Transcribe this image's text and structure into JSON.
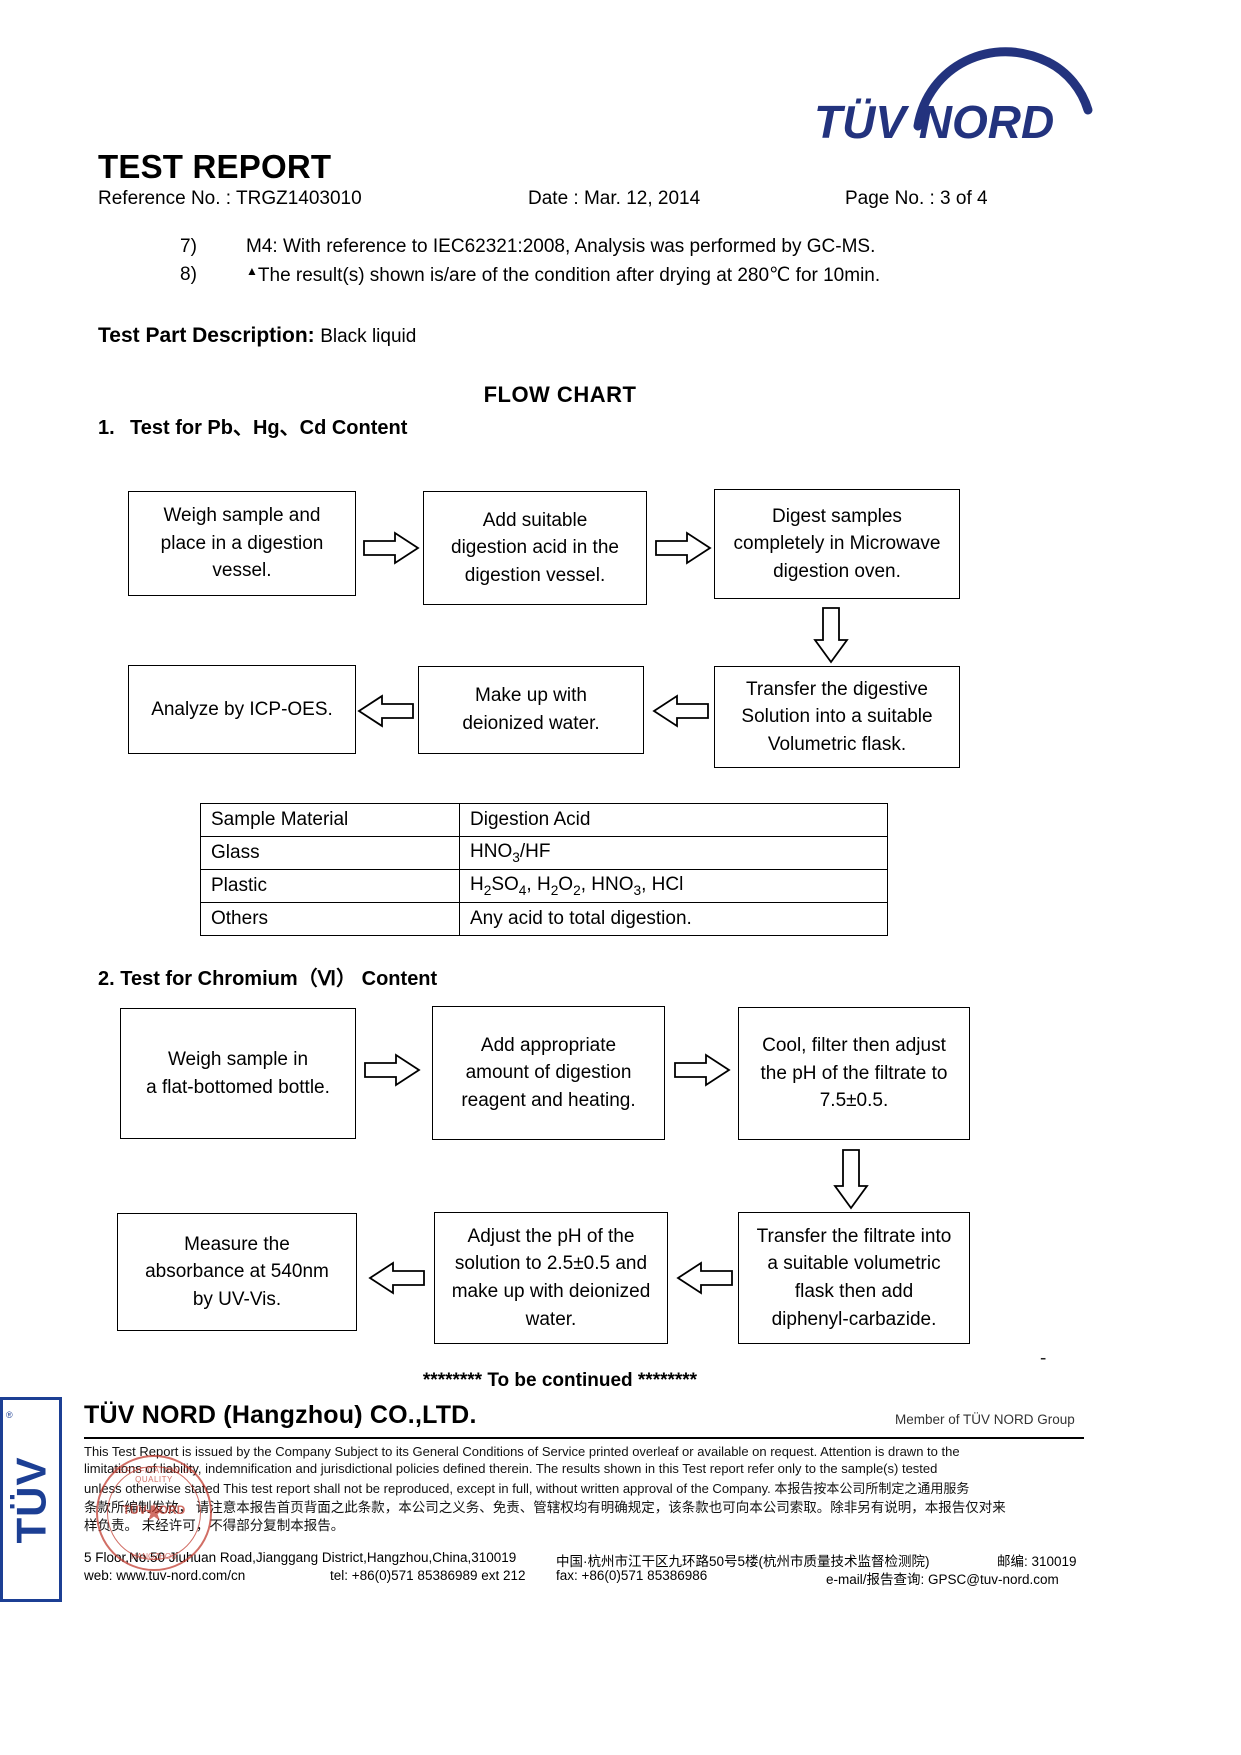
{
  "header": {
    "logo_text": "TÜV NORD",
    "logo_color": "#23337e",
    "report_title": "TEST REPORT",
    "reference_no": "Reference No. : TRGZ1403010",
    "date": "Date : Mar. 12, 2014",
    "page_no": "Page No. : 3 of 4"
  },
  "notes": [
    {
      "num": "7)",
      "text": "M4: With reference to IEC62321:2008, Analysis was performed by GC-MS."
    },
    {
      "num": "8)",
      "marker": "▲",
      "text": "The result(s) shown is/are of the condition after drying at 280℃  for 10min."
    }
  ],
  "test_part": {
    "label": "Test Part Description:",
    "value": "Black liquid"
  },
  "flow_chart_title": "FLOW CHART",
  "section1": {
    "index": "1.",
    "title": "Test for Pb、Hg、Cd Content",
    "boxes": [
      {
        "id": "weigh-sample",
        "lines": [
          "Weigh sample and",
          "place in a digestion",
          "vessel."
        ]
      },
      {
        "id": "add-acid",
        "lines": [
          "Add suitable",
          "digestion acid in the",
          "digestion vessel."
        ]
      },
      {
        "id": "digest-microwave",
        "lines": [
          "Digest samples",
          "completely in Microwave",
          "digestion oven."
        ]
      },
      {
        "id": "transfer-flask",
        "lines": [
          "Transfer the digestive",
          "Solution into a suitable",
          "Volumetric flask."
        ]
      },
      {
        "id": "make-up-water",
        "lines": [
          "Make up with",
          "deionized water."
        ]
      },
      {
        "id": "analyze-icp",
        "lines": [
          "Analyze by ICP-OES."
        ]
      }
    ],
    "table": {
      "headers": [
        "Sample Material",
        "Digestion Acid"
      ],
      "rows": [
        {
          "material": "Glass",
          "acid_html": "HNO<sub>3</sub>/HF"
        },
        {
          "material": "Plastic",
          "acid_html": "H<sub>2</sub>SO<sub>4</sub>, H<sub>2</sub>O<sub>2</sub>, HNO<sub>3</sub>, HCl"
        },
        {
          "material": "Others",
          "acid_html": "Any acid to total digestion."
        }
      ]
    }
  },
  "section2": {
    "title": "2. Test for Chromium（Ⅵ）  Content",
    "boxes": [
      {
        "id": "weigh-flat-bottom",
        "lines": [
          "Weigh sample in",
          "a flat-bottomed bottle."
        ]
      },
      {
        "id": "add-reagent-heat",
        "lines": [
          "Add appropriate",
          "amount of digestion",
          "reagent and heating."
        ]
      },
      {
        "id": "cool-filter-ph",
        "lines": [
          "Cool, filter then adjust",
          "the pH of the filtrate to",
          "7.5±0.5."
        ]
      },
      {
        "id": "transfer-diphenyl",
        "lines": [
          "Transfer the filtrate into",
          "a suitable volumetric",
          "flask then add",
          "diphenyl-carbazide."
        ]
      },
      {
        "id": "adjust-ph-2-5",
        "lines": [
          "Adjust the pH of the",
          "solution to 2.5±0.5 and",
          "make up with deionized",
          "water."
        ]
      },
      {
        "id": "measure-absorbance",
        "lines": [
          "Measure the",
          "absorbance at 540nm",
          "by UV-Vis."
        ]
      }
    ]
  },
  "to_be_continued": "******** To be continued ********",
  "stray_mark": "-",
  "footer": {
    "company": "TÜV NORD (Hangzhou) CO.,LTD.",
    "member": "Member of TÜV NORD Group",
    "disclaimer_lines": [
      "This Test Report is issued by the Company Subject to its General Conditions of Service printed overleaf or available on request. Attention is drawn to the",
      "limitations of liability, indemnification and jurisdictional policies defined therein. The results shown in this Test report refer only to the sample(s) tested",
      "unless otherwise stated This test report shall not be reproduced, except in full, without written approval of the Company.  本报告按本公司所制定之通用服务",
      "条款所编制发放，  请注意本报告首页背面之此条款，本公司之义务、免责、管辖权均有明确规定，该条款也可向本公司索取。除非另有说明，本报告仅对来",
      "样负责。  未经许可，不得部分复制本报告。"
    ],
    "address_left": "5 Floor,No.50 Jiuhuan Road,Jianggang District,Hangzhou,China,310019",
    "address_center": "中国·杭州市江干区九环路50号5楼(杭州市质量技术监督检测院)",
    "address_right": "邮编: 310019",
    "web_left": "web: www.tuv-nord.com/cn",
    "tel": "tel: +86(0)571 85386989 ext 212",
    "fax": "fax: +86(0)571 85386986",
    "email": "e-mail/报告查询: GPSC@tuv-nord.com",
    "badge_text": "TÜV",
    "badge_reg": "®",
    "stamp_top": "CERTIFICATION OF QUALITY",
    "stamp_mid": "TÜV NORD",
    "stamp_bot": "HANGZHOU"
  }
}
